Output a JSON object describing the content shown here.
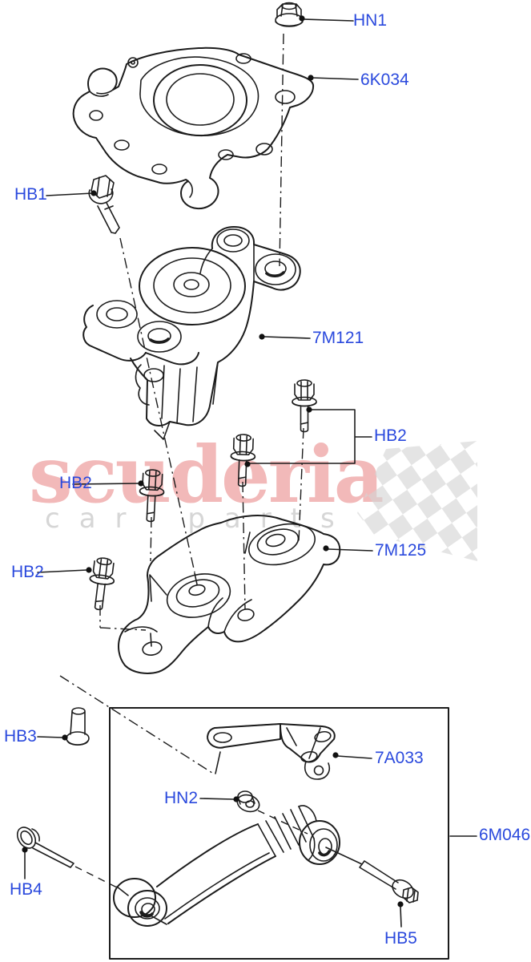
{
  "diagram": {
    "type": "exploded-parts-diagram",
    "callout_codes_in_order": [
      "HN1",
      "6K034",
      "HB1",
      "7M121",
      "HB2",
      "HB2",
      "HB2",
      "7M125",
      "HB3",
      "7A033",
      "HN2",
      "6M046",
      "HB4",
      "HB5"
    ]
  },
  "labels": {
    "hn1": "HN1",
    "k6034": "6K034",
    "hb1": "HB1",
    "m7121": "7M121",
    "hb2": "HB2",
    "m7125": "7M125",
    "hb3": "HB3",
    "a7033": "7A033",
    "hn2": "HN2",
    "m6046": "6M046",
    "hb4": "HB4",
    "hb5": "HB5"
  },
  "watermark": {
    "brand": "scuderia",
    "tagline": "car parts"
  },
  "colors": {
    "label_blue": "#2a49dd",
    "line_black": "#1c1c1c",
    "watermark_brand_pink": "#f2b9b9",
    "watermark_tagline_gray": "#d6d6d6",
    "flag_gray": "#d4d4d4",
    "background": "#ffffff"
  }
}
